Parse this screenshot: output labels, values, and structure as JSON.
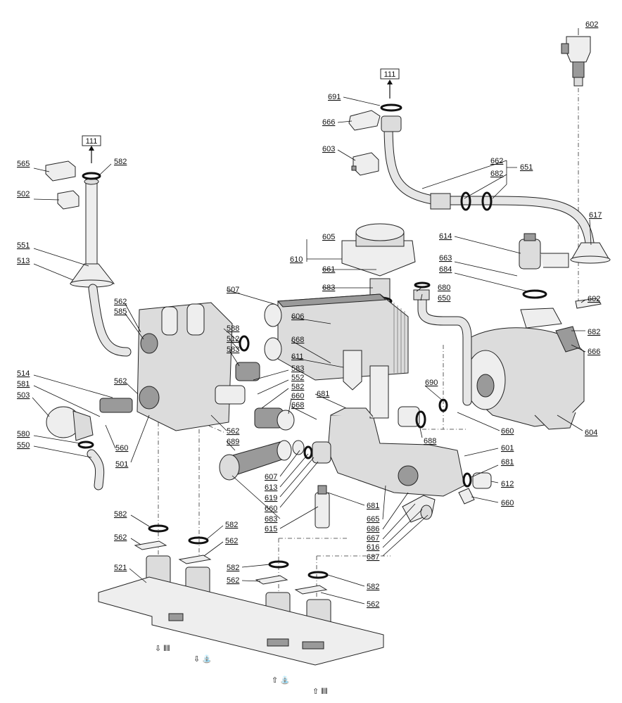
{
  "references": {
    "top_left": "111",
    "top_center": "111"
  },
  "callouts": [
    "602",
    "111",
    "691",
    "666",
    "603",
    "662",
    "682",
    "651",
    "617",
    "614",
    "663",
    "684",
    "602",
    "682",
    "666",
    "604",
    "565",
    "582",
    "502",
    "551",
    "513",
    "562",
    "585",
    "514",
    "581",
    "503",
    "562",
    "580",
    "550",
    "560",
    "501",
    "605",
    "610",
    "661",
    "683",
    "507",
    "606",
    "588",
    "512",
    "583",
    "668",
    "611",
    "583",
    "552",
    "582",
    "660",
    "668",
    "562",
    "689",
    "681",
    "680",
    "650",
    "690",
    "660",
    "688",
    "601",
    "681",
    "612",
    "660",
    "607",
    "613",
    "619",
    "660",
    "683",
    "615",
    "681",
    "665",
    "686",
    "667",
    "616",
    "687",
    "582",
    "562",
    "582",
    "562",
    "521",
    "582",
    "562",
    "582",
    "562"
  ],
  "flow_symbols": {
    "heating_return": "⇩ ⫴⫴",
    "dhw_out": "⇩ ⛲",
    "cold_in": "⇧ ⛲",
    "heating_flow": "⇧ ⫴⫴"
  }
}
